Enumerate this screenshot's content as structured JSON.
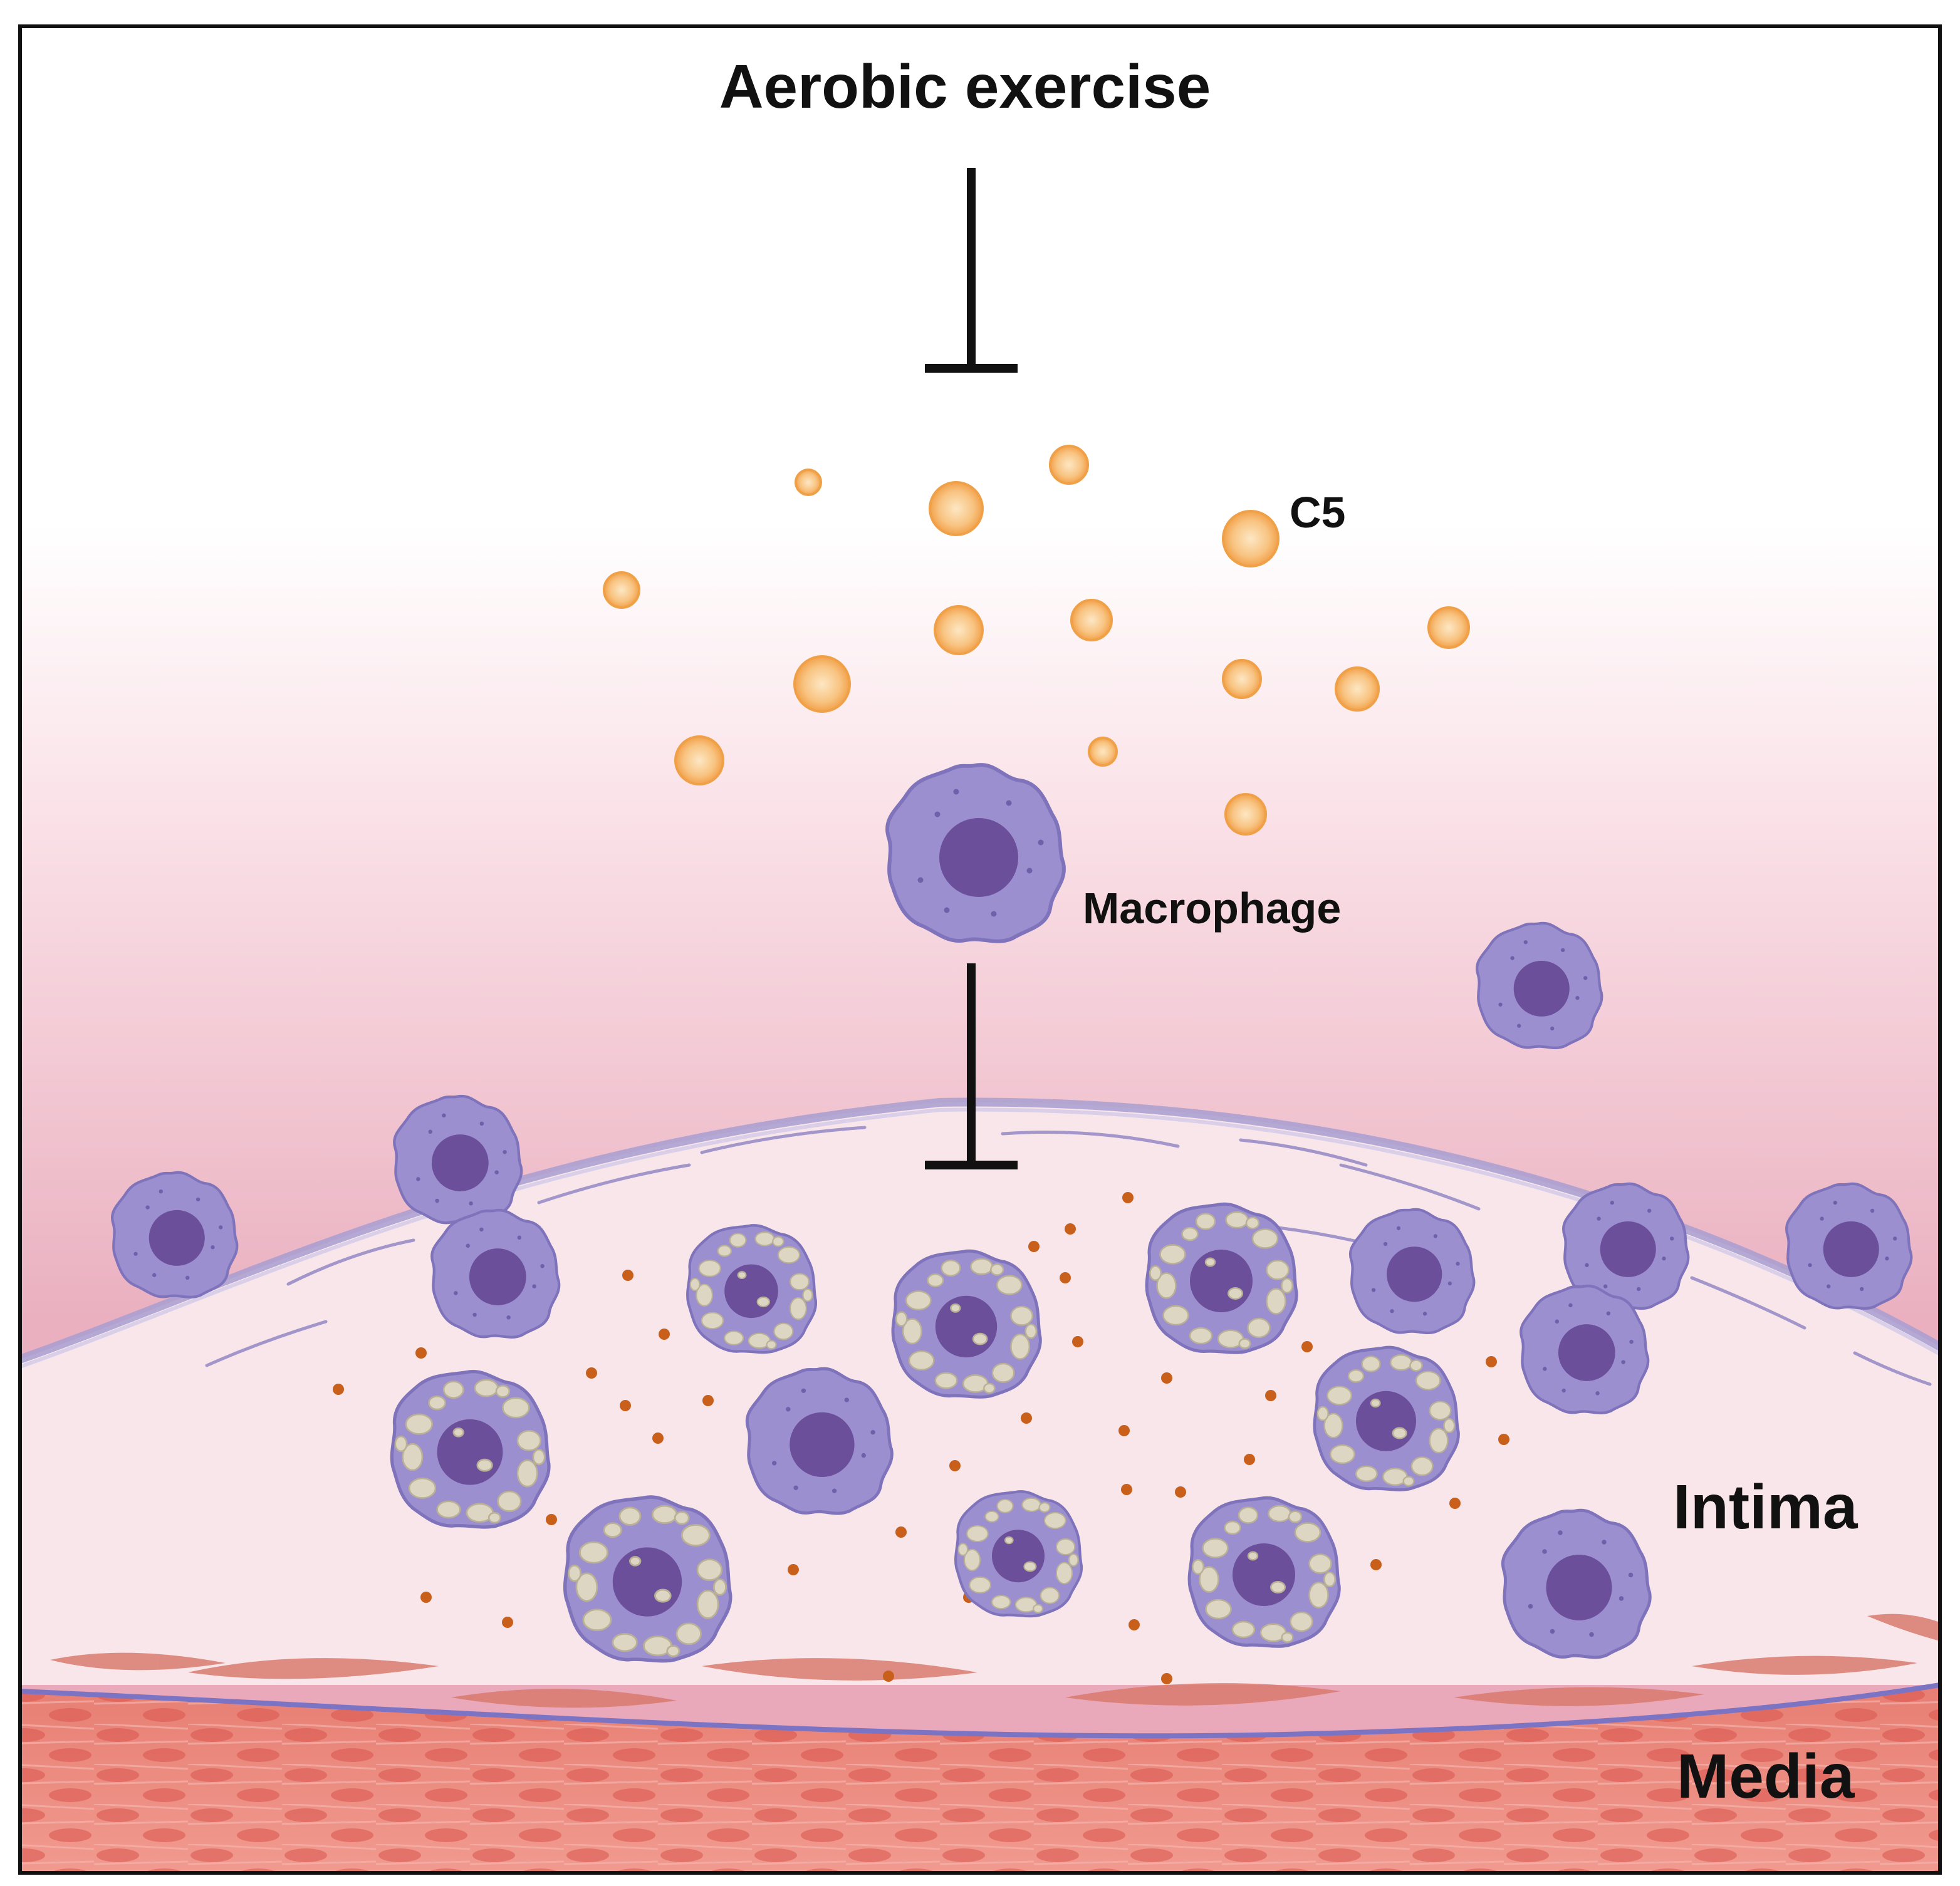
{
  "labels": {
    "title": "Aerobic exercise",
    "c5": "C5",
    "macrophage": "Macrophage",
    "intima": "Intima",
    "media": "Media"
  },
  "colors": {
    "background_top": "#ffffff",
    "background_pink": "#eab0c0",
    "plaque": "#f9e6ea",
    "media_tissue": "#e98a80",
    "macrophage_body": "#9b8fcf",
    "macrophage_nucleus": "#6b4f9a",
    "foam_lipid": "#ddd6c2",
    "c5_particle": "#f6b96a",
    "cytokine_dot": "#c8601c",
    "inhibition_line": "#111111"
  },
  "icons": {
    "inhibitor": "t-bar-inhibition-icon",
    "c5": "c5-particle-icon",
    "macrophage": "macrophage-cell-icon",
    "foam_cell": "foam-cell-icon"
  }
}
